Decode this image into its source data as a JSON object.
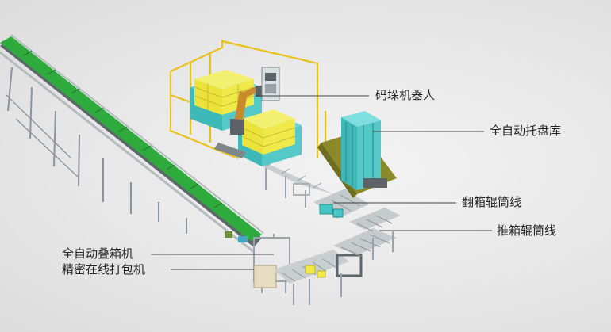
{
  "labels": {
    "palletizing_robot": "码垛机器人",
    "auto_pallet_storage": "全自动托盘库",
    "flip_roller_line": "翻箱辊筒线",
    "push_roller_line": "推箱辊筒线",
    "auto_stacking_machine": "全自动叠箱机",
    "precision_strapping_machine": "精密在线打包机"
  },
  "colors": {
    "conveyor_green": "#2faa3c",
    "frame_yellow": "#e8c21a",
    "machine_teal": "#45c6c6",
    "box_yellow": "#f0e94a",
    "olive": "#8a8a2a",
    "steel": "#9aa3a8",
    "leader_line": "#444444",
    "text": "#222222"
  }
}
